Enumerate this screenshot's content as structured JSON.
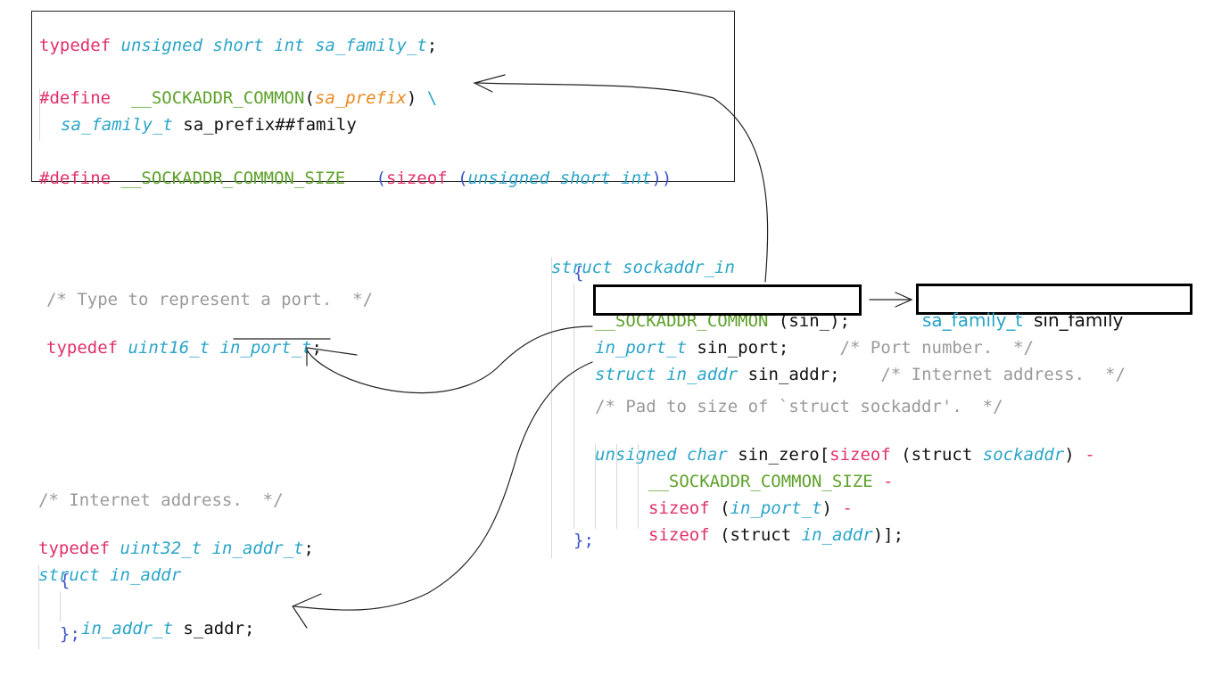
{
  "macro_box": {
    "line1": {
      "kw": "typedef",
      "t1": "unsigned",
      "t2": "short",
      "t3": "int",
      "name": "sa_family_t",
      "end": ";"
    },
    "line2": {
      "kw": "#define",
      "macro": "__SOCKADDR_COMMON",
      "open": "(",
      "param": "sa_prefix",
      "close": ")",
      "cont": "\\"
    },
    "line3": {
      "type": "sa_family_t",
      "ident": "sa_prefix##family"
    },
    "line4": {
      "kw": "#define",
      "macro": "__SOCKADDR_COMMON_SIZE",
      "open": "(",
      "sizeof": "sizeof",
      "open2": "(",
      "t1": "unsigned",
      "t2": "short",
      "t3": "int",
      "close": "))"
    }
  },
  "port_block": {
    "comment": "/* Type to represent a port.  */",
    "kw": "typedef",
    "type": "uint16_t",
    "name": "in_port_t",
    "end": ";"
  },
  "addr_block": {
    "comment": "/* Internet address.  */",
    "td_kw": "typedef",
    "td_type": "uint32_t",
    "td_name": "in_addr_t",
    "td_end": ";",
    "struct_kw": "struct",
    "struct_name": "in_addr",
    "open": "{",
    "field_type": "in_addr_t",
    "field_name": "s_addr;",
    "close": "};"
  },
  "sockaddr_in": {
    "struct_kw": "struct",
    "struct_name": "sockaddr_in",
    "open": "{",
    "common_macro": "__SOCKADDR_COMMON",
    "common_arg": "(sin_);",
    "port_type": "in_port_t",
    "port_name": "sin_port;",
    "port_comment": "/* Port number.  */",
    "addr_kw": "struct",
    "addr_type": "in_addr",
    "addr_name": "sin_addr;",
    "addr_comment": "/* Internet address.  */",
    "pad_comment": "/* Pad to size of `struct sockaddr'.  */",
    "zero_t1": "unsigned",
    "zero_t2": "char",
    "zero_name": "sin_zero[",
    "zero_sizeof": "sizeof",
    "zero_struct": "(struct",
    "zero_sa": "sockaddr",
    "zero_close": ")",
    "minus": "-",
    "size_macro": "__SOCKADDR_COMMON_SIZE",
    "sizeof2": "sizeof",
    "port_arg_open": "(",
    "port_arg": "in_port_t",
    "port_arg_close": ")",
    "sizeof3": "sizeof",
    "struct3": "(struct",
    "addr3": "in_addr",
    "close3": ")];",
    "close": "};"
  },
  "expansion": {
    "type": "sa_family_t",
    "name": "sin_family"
  }
}
